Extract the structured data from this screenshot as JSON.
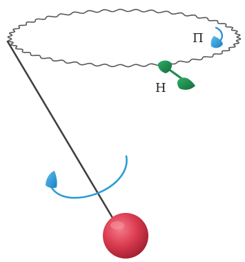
{
  "labels": {
    "pi": "Π",
    "h": "Η"
  },
  "colors": {
    "background": "#ffffff",
    "ring_stroke": "#555555",
    "string": "#404040",
    "bob_main": "#d9394e",
    "bob_highlight": "#f06b7c",
    "bob_shadow": "#9e1f30",
    "rotation_arrow": "#2b9bd6",
    "pi_arrow": "#2a93d8",
    "h_arrow": "#1f8a4f",
    "label_text": "#222222"
  },
  "icons": {
    "ring": "wavy-ring",
    "pi_marker": "curved-arrow-icon",
    "h_marker": "double-arrow-icon",
    "rotation_marker": "curved-arrow-icon"
  }
}
